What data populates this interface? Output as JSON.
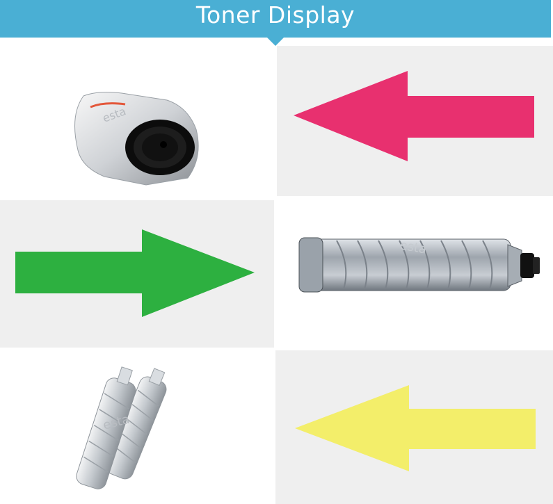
{
  "header": {
    "title": "Toner Display",
    "background_color": "#4aafd4",
    "text_color": "#ffffff"
  },
  "panels": [
    {
      "row": 1,
      "left": "toner-cartridge-end-view-photo",
      "right": "left-arrow",
      "arrow_color": "#e8306f"
    },
    {
      "row": 2,
      "left": "right-arrow",
      "arrow_color": "#2db040",
      "right": "toner-cartridge-side-view-photo"
    },
    {
      "row": 3,
      "left": "toner-cartridge-pair-photo",
      "right": "left-arrow",
      "arrow_color": "#f3ee6a"
    }
  ],
  "watermark": "esta"
}
